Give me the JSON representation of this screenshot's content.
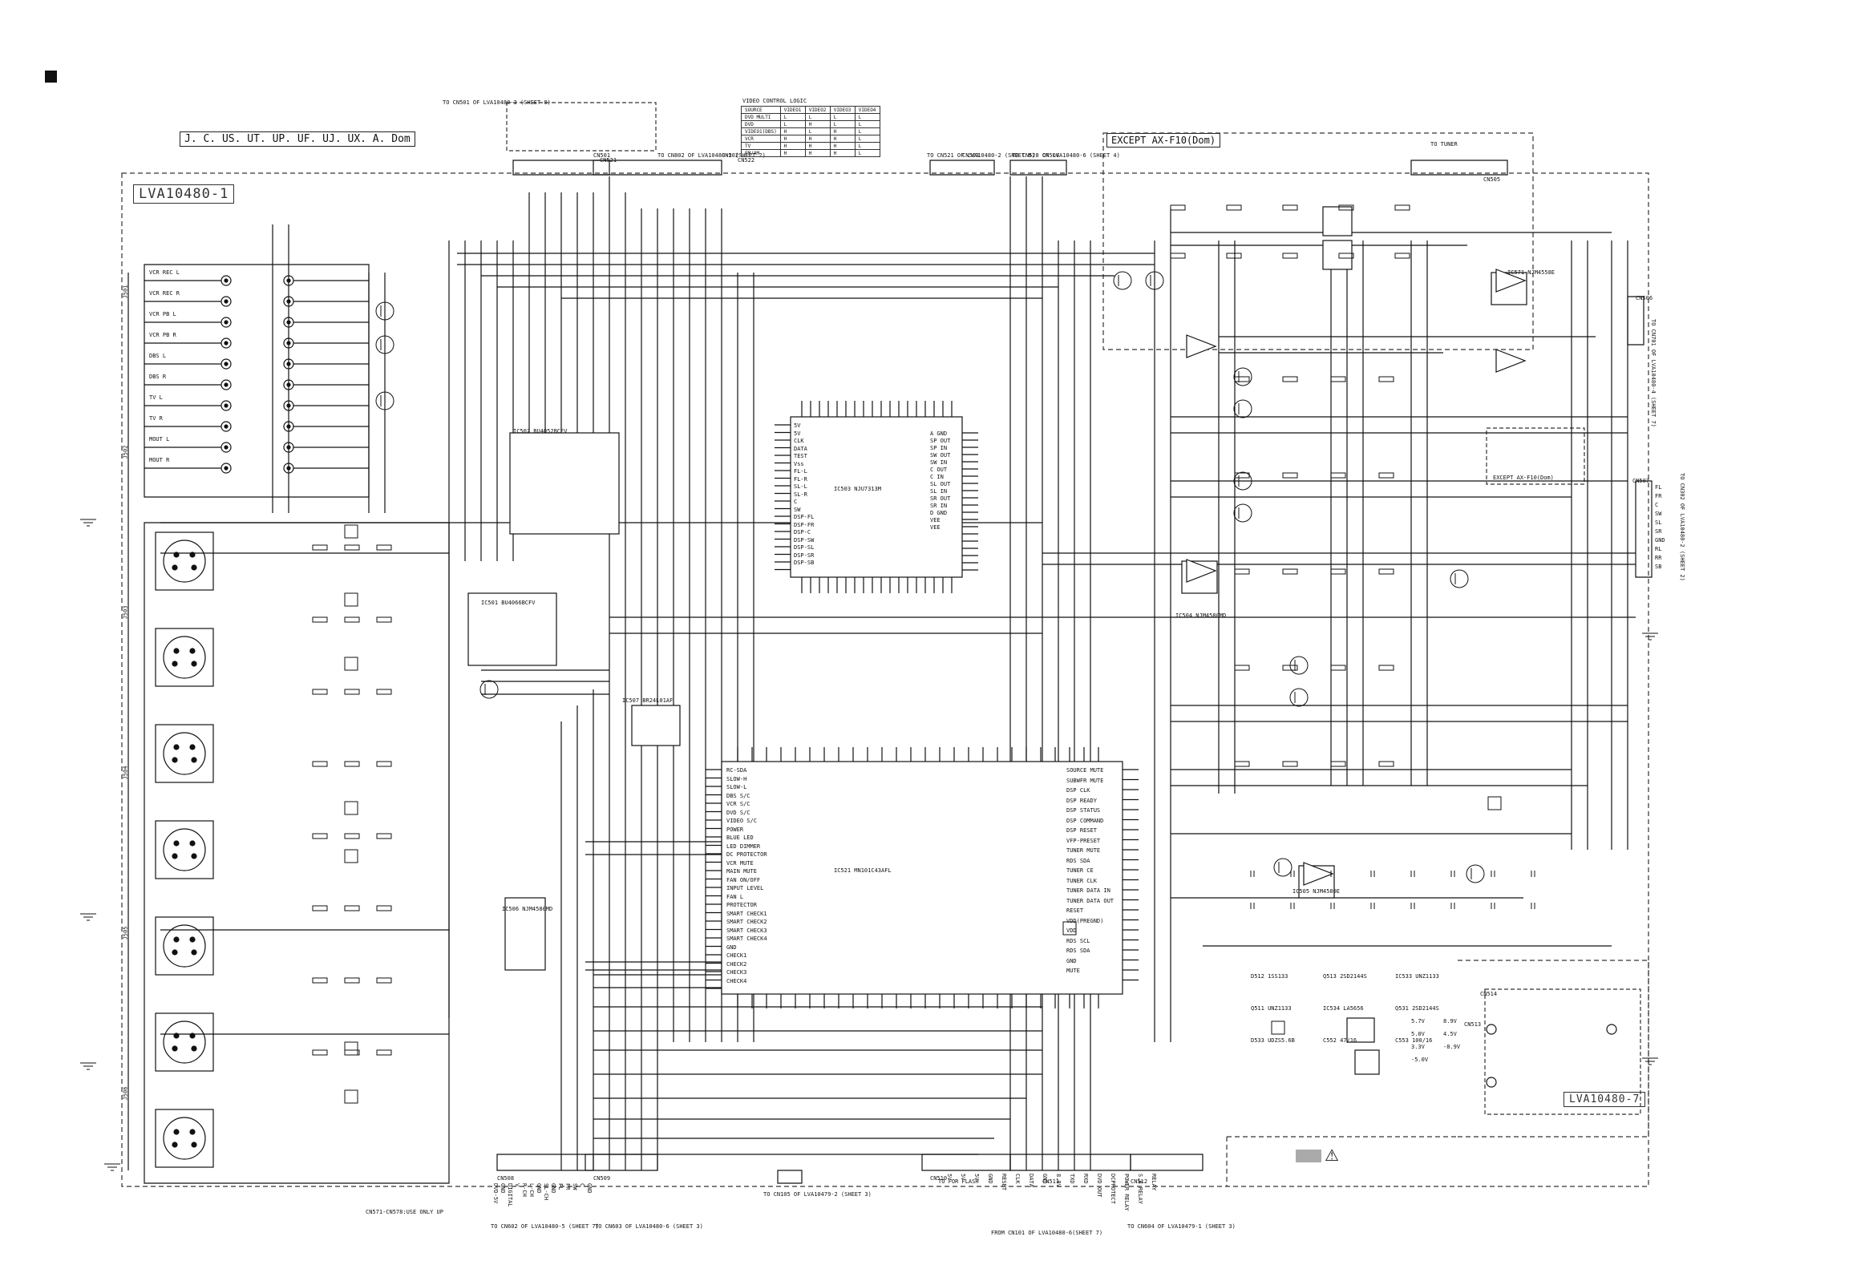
{
  "page": {
    "marker_square": "■"
  },
  "header": {
    "region_tag": "J. C. US. UT. UP. UF. UJ. UX. A. Dom",
    "board_main": "LVA10480-1",
    "board_sub": "LVA10480-7",
    "except_box": "EXCEPT AX-F10(Dom)",
    "except_box_small": "EXCEPT AX-F10(Dom)",
    "to_tuner": "TO TUNER"
  },
  "connector_notes": {
    "top_left": "TO CN501 OF LVA10480-3 (SHEET 8)",
    "top_mid": "TO CN802 OF LVA10480-2 (SHEET 2)",
    "top_mid2": "TO CN521 OF LVA10480-2 (SHEET 8)",
    "top_right": "TO CN528 OF LVA10480-6 (SHEET 4)",
    "right_side": "TO CN701 OF LVA10480-4 (SHEET 7)",
    "right_side2": "TO CN302 OF LVA10480-2 (SHEET 2)",
    "bottom_1": "TO CN602 OF LVA10480-5 (SHEET 7)",
    "bottom_2": "TO CN603 OF LVA10480-6 (SHEET 3)",
    "bottom_3": "TO CN105 OF LVA10479-2 (SHEET 3)",
    "bottom_4": "FROM CN101 OF LVA10480-6(SHEET 7)",
    "bottom_5": "TO CN604 OF LVA10479-1 (SHEET 3)",
    "bottom_note": "CN571-CN578:USE ONLY UP",
    "for_flash": "TO FOR FLASH"
  },
  "video_control_logic": {
    "title": "VIDEO CONTROL LOGIC",
    "header": [
      "SOURCE",
      "VIDEO1",
      "VIDEO2",
      "VIDEO3",
      "VIDEO4"
    ],
    "rows": [
      [
        "DVD MULTI",
        "L",
        "L",
        "L",
        "L"
      ],
      [
        "DVD",
        "L",
        "H",
        "L",
        "L"
      ],
      [
        "VIDEO1(DBS)",
        "H",
        "L",
        "H",
        "L"
      ],
      [
        "VCR",
        "H",
        "H",
        "H",
        "L"
      ],
      [
        "TV",
        "H",
        "H",
        "H",
        "L"
      ],
      [
        "FM/AM",
        "H",
        "H",
        "H",
        "L"
      ]
    ]
  },
  "ics": {
    "ic501": "IC501 BU4066BCFV",
    "ic502": "IC502 BU4052BCFV",
    "ic503": "IC503 NJU7313M",
    "ic504": "IC504 NJM4580MD",
    "ic505": "IC505 NJM4580E",
    "ic506": "IC506 NJM4580MD",
    "ic507": "IC507 BR24L01AF",
    "ic521": "IC521 MN101C43AFL",
    "ic571": "IC571 NJM4558E"
  },
  "pins_ic503": {
    "left": [
      "5V",
      "5V",
      "CLK",
      "DATA",
      "TEST",
      "Vss",
      "FL-L",
      "FL-R",
      "SL-L",
      "SL-R",
      "C",
      "SW",
      "DSP-FL",
      "DSP-FR",
      "DSP-C",
      "DSP-SW",
      "DSP-SL",
      "DSP-SR",
      "DSP-SB"
    ],
    "right": [
      "A GND",
      "SP OUT",
      "SP IN",
      "SW OUT",
      "SW IN",
      "C OUT",
      "C IN",
      "SL OUT",
      "SL IN",
      "SR OUT",
      "SR IN",
      "D GND",
      "VEE",
      "VEE"
    ]
  },
  "pins_ic521": {
    "left": [
      "RC-SDA",
      "SLOW-H",
      "SLOW-L",
      "DBS S/C",
      "VCR S/C",
      "DVD S/C",
      "VIDEO S/C",
      "POWER",
      "BLUE LED",
      "LED DIMMER",
      "DC PROTECTOR",
      "VCR MUTE",
      "MAIN MUTE",
      "FAN ON/OFF",
      "INPUT LEVEL",
      "FAN L",
      "PROTECTOR",
      "SMART CHECK1",
      "SMART CHECK2",
      "SMART CHECK3",
      "SMART CHECK4",
      "GND",
      "CHECK1",
      "CHECK2",
      "CHECK3",
      "CHECK4"
    ],
    "right": [
      "SOURCE MUTE",
      "SUBWFR MUTE",
      "DSP CLK",
      "DSP READY",
      "DSP STATUS",
      "DSP COMMAND",
      "DSP RESET",
      "VFP-PRESET",
      "TUNER MUTE",
      "RDS SDA",
      "TUNER CE",
      "TUNER CLK",
      "TUNER DATA IN",
      "TUNER DATA OUT",
      "RESET",
      "VDD(PREGND)",
      "VDD",
      "RDS SCL",
      "RDS SDA",
      "GND",
      "MUTE"
    ]
  },
  "left_labels": {
    "jacks": [
      "VCR REC L",
      "VCR REC R",
      "VCR PB L",
      "VCR PB R",
      "DBS L",
      "DBS R",
      "TV L",
      "TV R",
      "MOUT L",
      "MOUT R"
    ],
    "side_refs": [
      "J501",
      "J502",
      "J503",
      "J504",
      "J505",
      "J506"
    ]
  },
  "bottom_pins": {
    "group1": [
      "DVD-5V",
      "GND",
      "DIGITAL",
      "V",
      "R-CH",
      "L-CH",
      "GND",
      "SL-CH",
      "GND",
      "FL",
      "FR",
      "SW",
      "C",
      "GND"
    ],
    "group2": [
      "5V",
      "5V",
      "5V",
      "GND",
      "RESET",
      "CLK",
      "DATA",
      "GND",
      "8.8V",
      "TXD",
      "RXD",
      "DVD OUT",
      "DCPROTECT",
      "POWER RELAY",
      "S.B RELAY",
      "RELAY"
    ]
  },
  "right_pins": [
    "FL",
    "FR",
    "C",
    "SW",
    "SL",
    "SR",
    "GND",
    "RL",
    "RR",
    "SB"
  ],
  "power_section": {
    "parts": [
      "D512 1SS133",
      "Q513 2SD2144S",
      "IC533 UNZ1133",
      "Q511 UNZ1133",
      "IC534 LA5656",
      "Q531 2SD2144S",
      "D533 UDZS5.6B",
      "C552 47/16",
      "C553 100/16"
    ],
    "rails": [
      "5.7V",
      "8.9V",
      "5.0V",
      "4.5V",
      "3.3V",
      "-8.9V",
      "-5.0V"
    ]
  },
  "frame_refs": [
    "CN501",
    "CN502",
    "CN503",
    "CN504",
    "CN505",
    "CN506",
    "CN507",
    "CN508",
    "CN509",
    "CN510",
    "CN511",
    "CN512",
    "CN513",
    "CN514",
    "CN521",
    "CN522"
  ]
}
